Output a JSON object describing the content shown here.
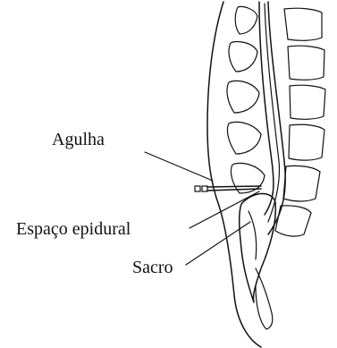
{
  "labels": {
    "needle": "Agulha",
    "epidural_space": "Espaço epidural",
    "sacrum": "Sacro"
  }
}
